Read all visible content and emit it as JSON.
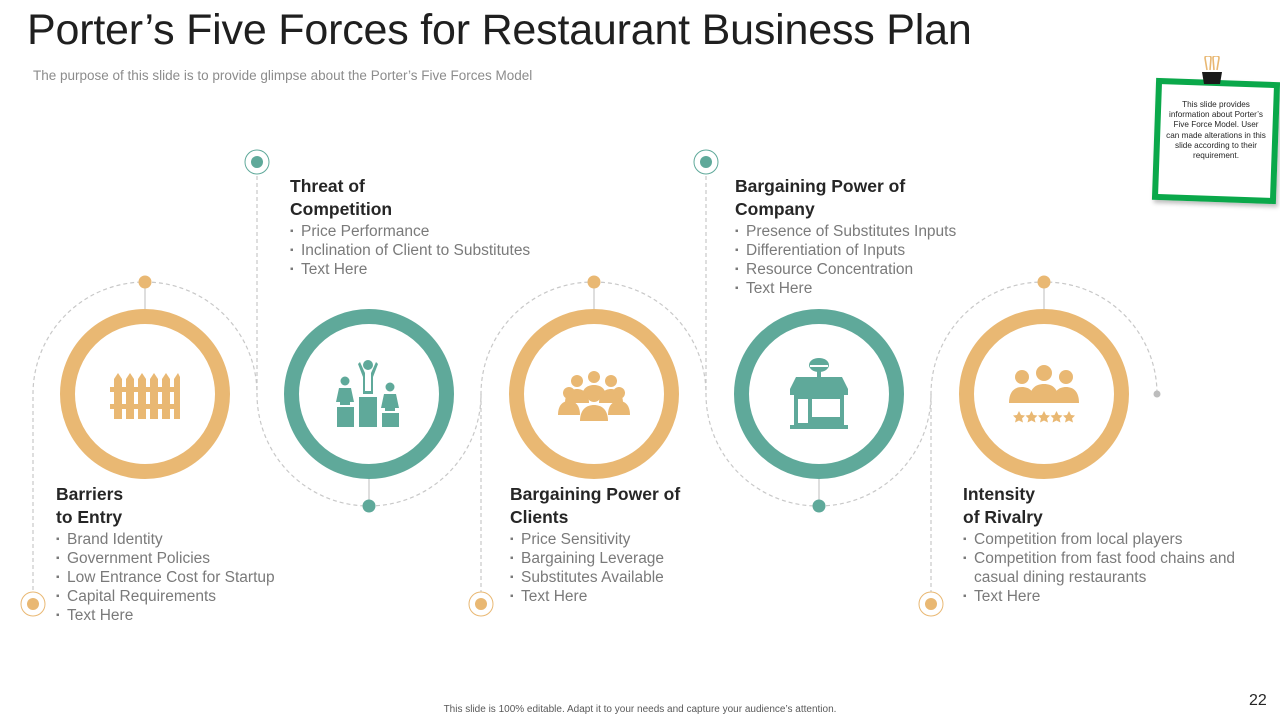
{
  "slide": {
    "title": "Porter’s Five Forces for Restaurant Business Plan",
    "subtitle": "The purpose of this slide is to provide glimpse about the Porter’s Five Forces Model",
    "note": "This slide provides information about Porter’s Five Force Model. User can made alterations in this slide according to their requirement.",
    "footer": "This slide is 100% editable. Adapt it to your needs and capture your audience’s attention.",
    "page_number": "22"
  },
  "colors": {
    "gold": "#e9b873",
    "teal": "#5fa99a",
    "note_border": "#0aa84a"
  },
  "forces": [
    {
      "heading_line1": "Barriers",
      "heading_line2": "to Entry",
      "icon": "fence-icon",
      "color": "gold",
      "bullets": [
        "Brand Identity",
        "Government Policies",
        "Low Entrance Cost for Startup",
        "Capital Requirements",
        "Text Here"
      ]
    },
    {
      "heading_line1": "Threat of",
      "heading_line2": "Competition",
      "icon": "podium-icon",
      "color": "teal",
      "bullets": [
        "Price Performance",
        "Inclination of Client to Substitutes",
        "Text Here"
      ]
    },
    {
      "heading_line1": "Bargaining Power of",
      "heading_line2": "Clients",
      "icon": "group-icon",
      "color": "gold",
      "bullets": [
        "Price Sensitivity",
        "Bargaining Leverage",
        "Substitutes Available",
        "Text Here"
      ]
    },
    {
      "heading_line1": "Bargaining Power of",
      "heading_line2": "Company",
      "icon": "restaurant-shop-icon",
      "color": "teal",
      "bullets": [
        "Presence of Substitutes Inputs",
        "Differentiation of Inputs",
        "Resource Concentration",
        "Text Here"
      ]
    },
    {
      "heading_line1": "Intensity",
      "heading_line2": "of Rivalry",
      "icon": "team-rating-icon",
      "color": "gold",
      "bullets": [
        "Competition from local players",
        "Competition from fast food chains and casual dining restaurants",
        "Text Here"
      ]
    }
  ]
}
